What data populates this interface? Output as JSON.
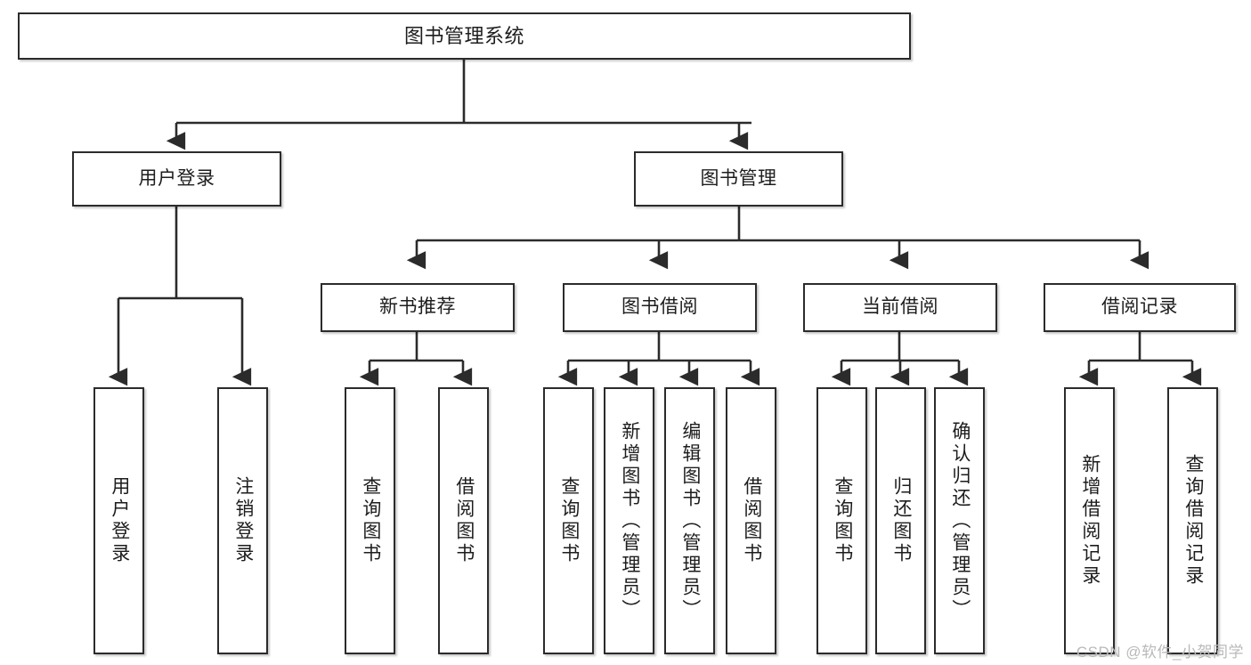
{
  "diagram": {
    "title": "图书管理系统",
    "type": "tree-hierarchy-chart",
    "watermark": "CSDN @软件_小贺同学",
    "colors": {
      "box_border": "#2b2b2b",
      "box_fill": "#ffffff",
      "connector": "#2b2b2b",
      "text": "#1d1d1d",
      "watermark": "#b9b9b9"
    },
    "levels": {
      "root": {
        "label": "图书管理系统"
      },
      "level1": [
        {
          "label": "用户登录"
        },
        {
          "label": "图书管理"
        }
      ],
      "level2": [
        {
          "label": "新书推荐"
        },
        {
          "label": "图书借阅"
        },
        {
          "label": "当前借阅"
        },
        {
          "label": "借阅记录"
        }
      ],
      "leaves_user_login": [
        {
          "label": "用户登录"
        },
        {
          "label": "注销登录"
        }
      ],
      "leaves_new_book": [
        {
          "label": "查询图书"
        },
        {
          "label": "借阅图书"
        }
      ],
      "leaves_book_borrow": [
        {
          "label": "查询图书"
        },
        {
          "label": "新增图书（管理员）"
        },
        {
          "label": "编辑图书（管理员）"
        },
        {
          "label": "借阅图书"
        }
      ],
      "leaves_current_borrow": [
        {
          "label": "查询图书"
        },
        {
          "label": "归还图书"
        },
        {
          "label": "确认归还（管理员）"
        }
      ],
      "leaves_borrow_record": [
        {
          "label": "新增借阅记录"
        },
        {
          "label": "查询借阅记录"
        }
      ]
    }
  }
}
